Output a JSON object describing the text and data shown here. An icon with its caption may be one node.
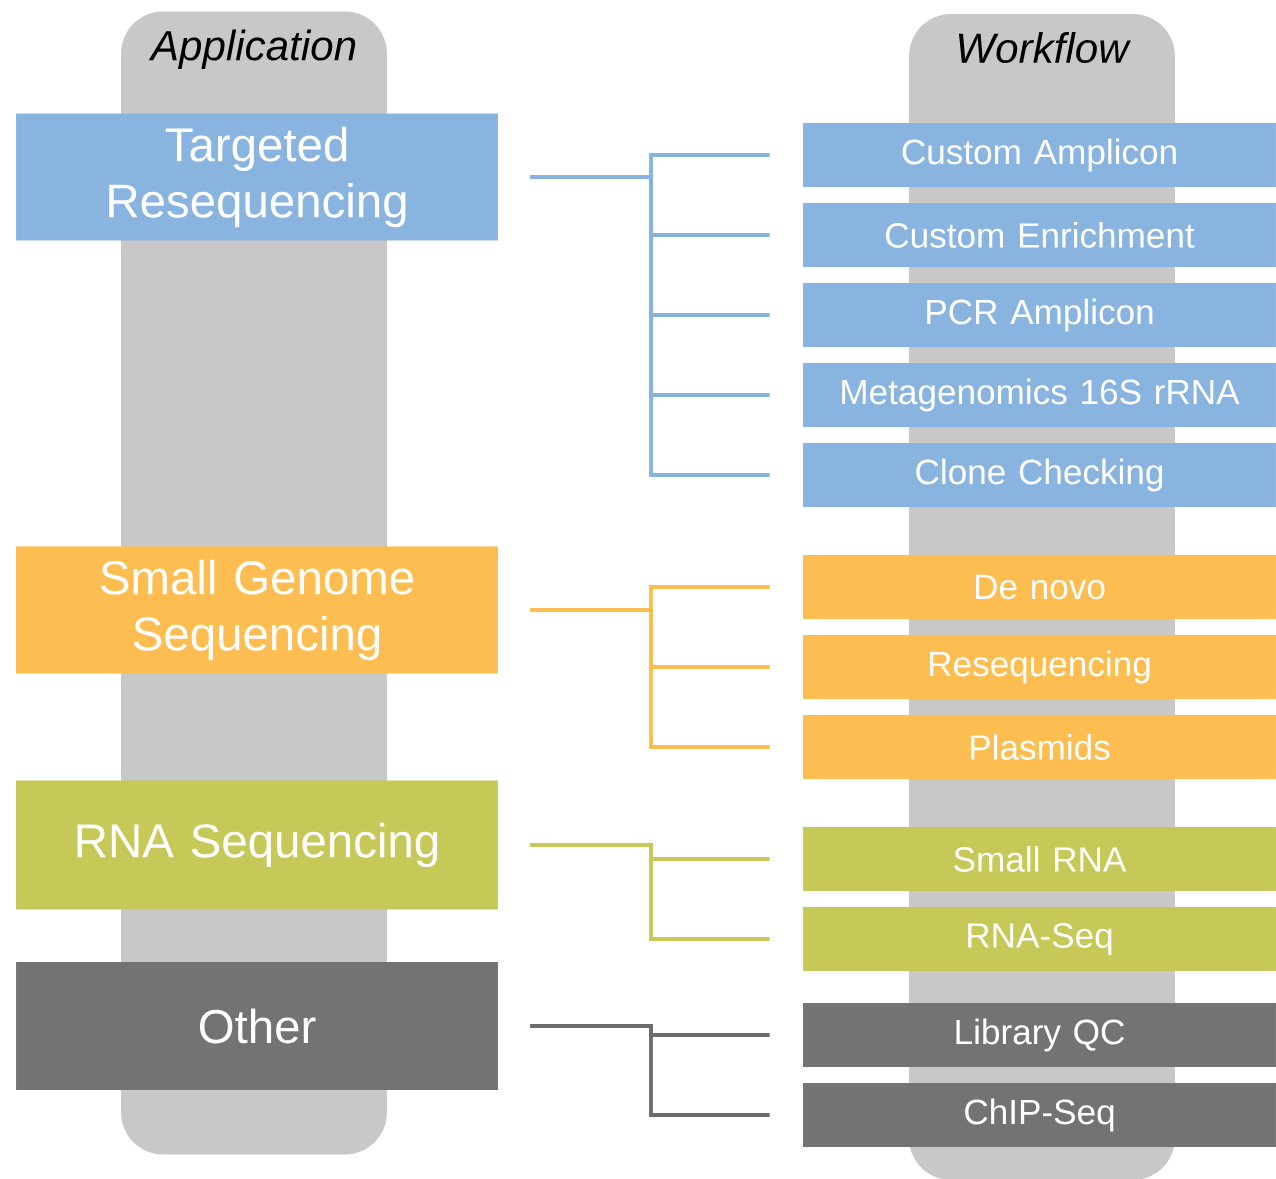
{
  "diagram": {
    "nodes": [
      {
        "text": [
          "Application"
        ]
      },
      {
        "text": [
          "Workflow"
        ]
      },
      {
        "text": [
          "Targeted Resequencing"
        ]
      },
      {
        "text": [
          "Custom Amplicon"
        ]
      },
      {
        "text": [
          "Custom Enrichment"
        ]
      },
      {
        "text": [
          "PCR Amplicon"
        ]
      },
      {
        "text": [
          "Metagenomics 16S rRNA"
        ]
      },
      {
        "text": [
          "Clone Checking"
        ]
      },
      {
        "text": [
          "Small Genome Sequencing"
        ]
      },
      {
        "text": [
          "De novo"
        ]
      },
      {
        "text": [
          "Resequencing"
        ]
      },
      {
        "text": [
          "Plasmids"
        ]
      },
      {
        "text": [
          "RNA Sequencing"
        ]
      },
      {
        "text": [
          "Small RNA"
        ]
      },
      {
        "text": [
          "RNA-Seq"
        ]
      },
      {
        "text": [
          "Other"
        ]
      },
      {
        "text": [
          "Library QC"
        ]
      },
      {
        "text": [
          "ChIP-Seq"
        ]
      }
    ],
    "edges": [
      {
        "from": 2,
        "to": 3,
        "arrow": "none",
        "color": "#86b3e0"
      },
      {
        "from": 2,
        "to": 4,
        "arrow": "none",
        "color": "#86b3e0"
      },
      {
        "from": 2,
        "to": 5,
        "arrow": "none",
        "color": "#86b3e0"
      },
      {
        "from": 2,
        "to": 6,
        "arrow": "none",
        "color": "#86b3e0"
      },
      {
        "from": 2,
        "to": 7,
        "arrow": "none",
        "color": "#86b3e0"
      },
      {
        "from": 8,
        "to": 9,
        "arrow": "none",
        "color": "#fbbd4f"
      },
      {
        "from": 8,
        "to": 10,
        "arrow": "none",
        "color": "#fbbd4f"
      },
      {
        "from": 8,
        "to": 11,
        "arrow": "none",
        "color": "#fbbd4f"
      },
      {
        "from": 12,
        "to": 13,
        "arrow": "none",
        "color": "#c6c957"
      },
      {
        "from": 12,
        "to": 14,
        "arrow": "none",
        "color": "#c6c957"
      },
      {
        "from": 15,
        "to": 16,
        "arrow": "none",
        "color": "#6d6d6d"
      },
      {
        "from": 15,
        "to": 17,
        "arrow": "none",
        "color": "#6d6d6d"
      }
    ]
  }
}
